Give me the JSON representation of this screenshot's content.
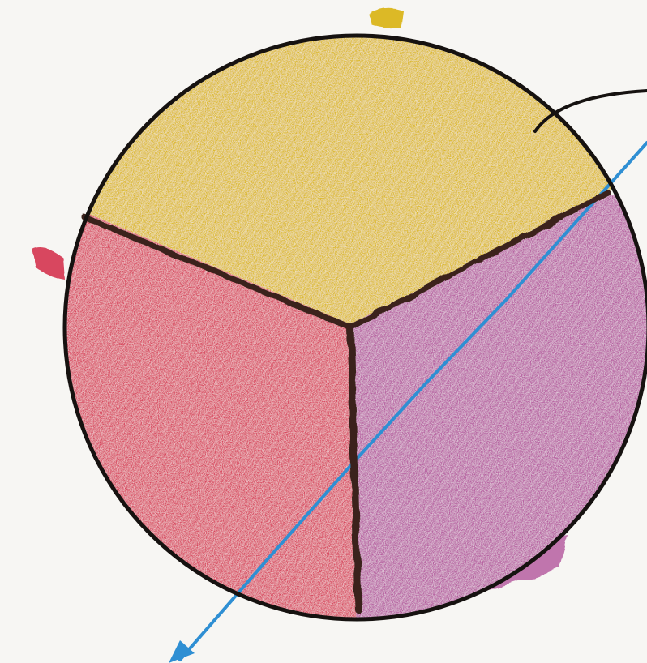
{
  "colors": {
    "paper": "#f7f6f3",
    "yellow": "#dcb928",
    "yellow_dark": "#c9a21c",
    "red": "#d8475e",
    "red_dark": "#c33350",
    "purple": "#b65da0",
    "purple_dark": "#9c4487",
    "outline": "#161210",
    "divider": "#3a241a",
    "blue_line": "#2f8fd3"
  },
  "sectors": [
    {
      "name": "yellow-sector",
      "color": "yellow"
    },
    {
      "name": "red-sector",
      "color": "red"
    },
    {
      "name": "purple-sector",
      "color": "purple"
    }
  ]
}
